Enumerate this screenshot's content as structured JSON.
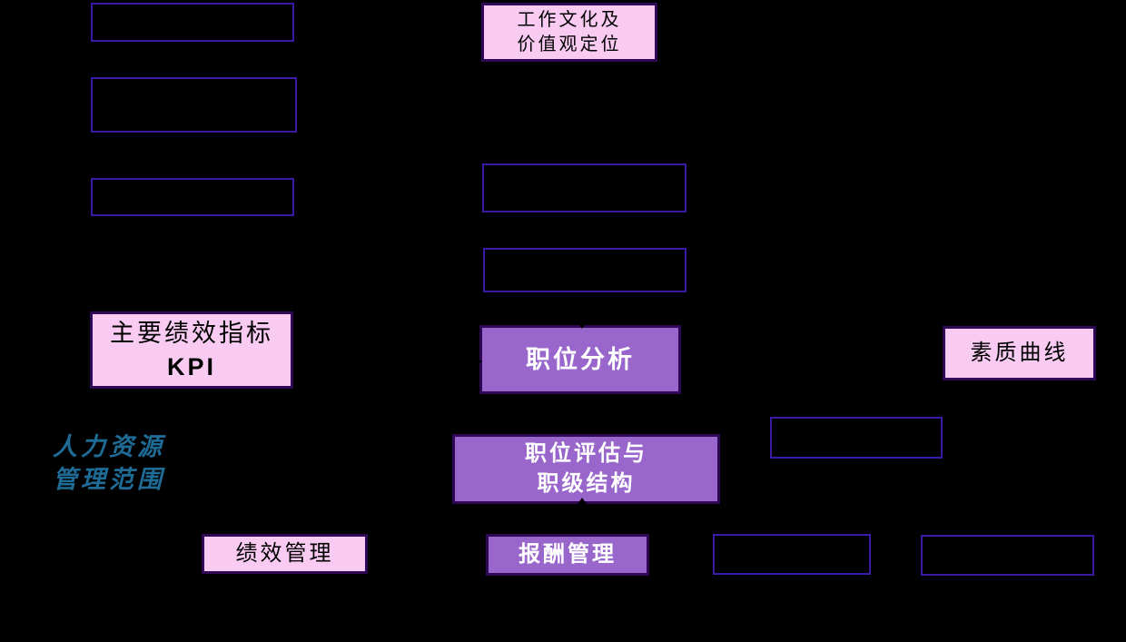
{
  "diagram": {
    "background": "#000000",
    "colors": {
      "empty_box_border": "#3B1AA6",
      "filled_box_border": "#2E0854",
      "pink_fill": "#F9CBF2",
      "purple_fill": "#9966CC",
      "scope_text_blue": "#1E6B96",
      "pink_box_text": "#000000",
      "purple_box_text": "#FFFFFF"
    },
    "scope_label": {
      "line1": "人力资源",
      "line2": "管理范围"
    },
    "boxes": {
      "culture": {
        "line1": "工作文化及",
        "line2": "价值观定位"
      },
      "kpi": {
        "line1": "主要绩效指标",
        "line2": "KPI"
      },
      "job_analysis": {
        "label": "职位分析"
      },
      "quality_curve": {
        "label": "素质曲线"
      },
      "job_eval": {
        "line1": "职位评估与",
        "line2": "职级结构"
      },
      "performance": {
        "label": "绩效管理"
      },
      "compensation": {
        "label": "报酬管理"
      },
      "empty": {
        "label": ""
      }
    },
    "icons": [
      "arrowhead-down-icon",
      "arrowhead-up-icon",
      "arrowhead-right-icon"
    ]
  }
}
